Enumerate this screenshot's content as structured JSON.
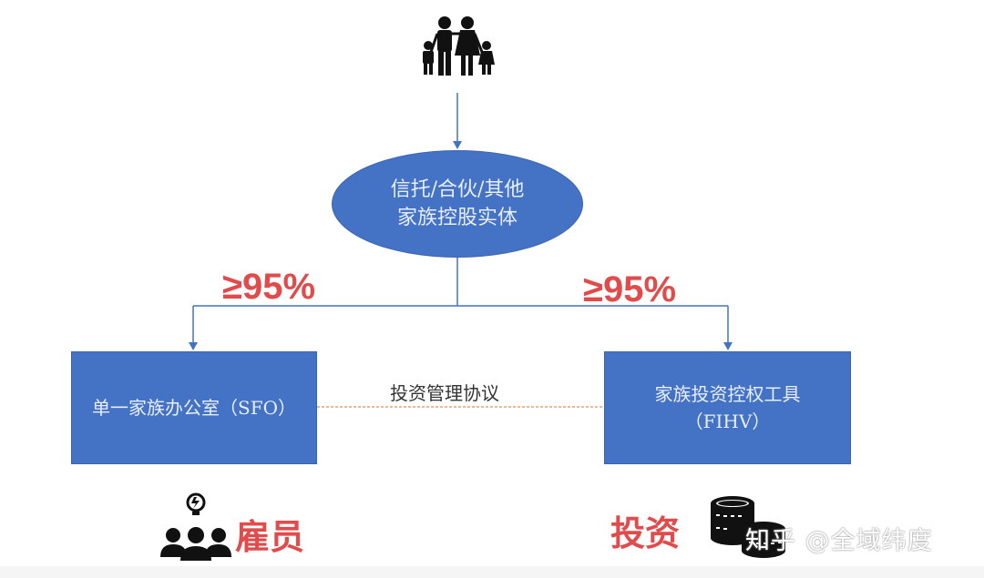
{
  "colors": {
    "node_fill": "#4472c4",
    "node_border": "#3a64b0",
    "node_text": "#e8eef8",
    "connector": "#4472c4",
    "agreement_line": "#e8a070",
    "accent_red": "#e24b4b",
    "icon": "#111111"
  },
  "top": {
    "icon": "family-icon"
  },
  "holding_entity": {
    "line1": "信托/合伙/其他",
    "line2": "家族控股实体"
  },
  "ownership": {
    "left_pct": "≥95%",
    "right_pct": "≥95%"
  },
  "sfo": {
    "label": "单一家族办公室（SFO）"
  },
  "fihv": {
    "line1": "家族投资控权工具",
    "line2": "（FIHV）"
  },
  "agreement": {
    "label": "投资管理协议"
  },
  "bottom": {
    "employee": {
      "icon": "team-idea-icon",
      "label": "雇员"
    },
    "investment": {
      "icon": "coins-stack-icon",
      "label": "投资"
    }
  },
  "watermark": "知乎 @全域纬度"
}
